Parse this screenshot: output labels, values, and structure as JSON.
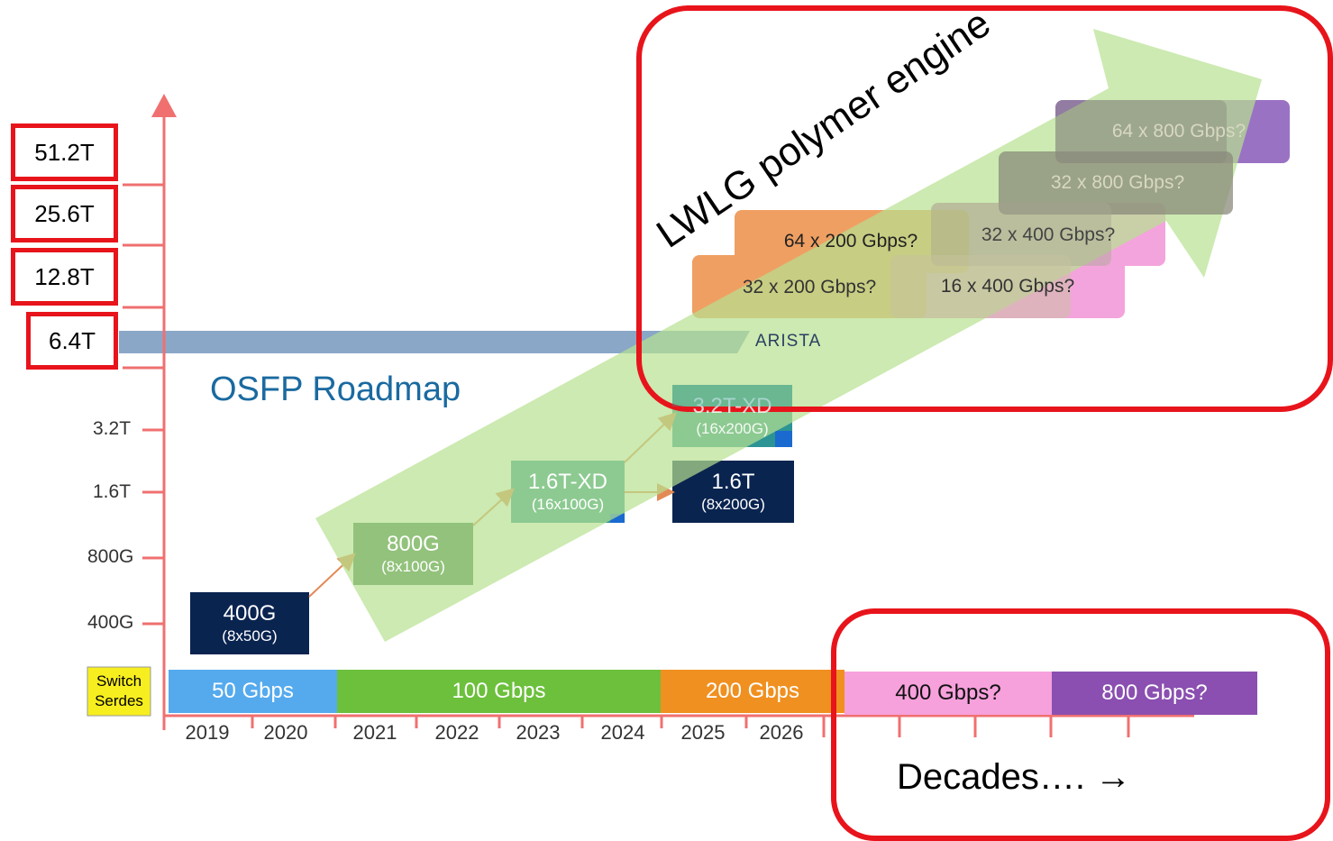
{
  "title": "OSFP Roadmap",
  "brand": "ARISTA",
  "engine_label": "LWLG polymer engine",
  "decades_label": "Decades…. →",
  "capacity_levels_boxed": [
    "51.2T",
    "25.6T",
    "12.8T",
    "6.4T"
  ],
  "capacity_levels": [
    "3.2T",
    "1.6T",
    "800G",
    "400G"
  ],
  "serdes_label": [
    "Switch",
    "Serdes"
  ],
  "serdes": [
    "50 Gbps",
    "100 Gbps",
    "200 Gbps",
    "400 Gbps?",
    "800 Gbps?"
  ],
  "years": [
    "2019",
    "2020",
    "2021",
    "2022",
    "2023",
    "2024",
    "2025",
    "2026"
  ],
  "modules": [
    {
      "name": "400G",
      "sub": "(8x50G)"
    },
    {
      "name": "800G",
      "sub": "(8x100G)"
    },
    {
      "name": "1.6T-XD",
      "sub": "(16x100G)"
    },
    {
      "name": "1.6T",
      "sub": "(8x200G)"
    },
    {
      "name": "3.2T-XD",
      "sub": "(16x200G)"
    }
  ],
  "future_modules": [
    "64 x 800 Gbps?",
    "32 x 800 Gbps?",
    "64 x 200 Gbps?",
    "32 x 400 Gbps?",
    "32 x 200 Gbps?",
    "16 x 400 Gbps?"
  ],
  "colors": {
    "axis": "#f07070",
    "highlight_red": "#e8141b",
    "serdes_50": "#55aaee",
    "serdes_100": "#6cc03c",
    "serdes_200": "#f09020",
    "serdes_400": "#f6a0dc",
    "serdes_800": "#8a4fb0",
    "module_dark": "#0a2450",
    "module_green": "#3f7a4a",
    "module_teal": "#2c9494",
    "arrow_green": "#b6e190",
    "title_blue": "#1a6aa0",
    "band_blue": "#8aa7c8"
  }
}
